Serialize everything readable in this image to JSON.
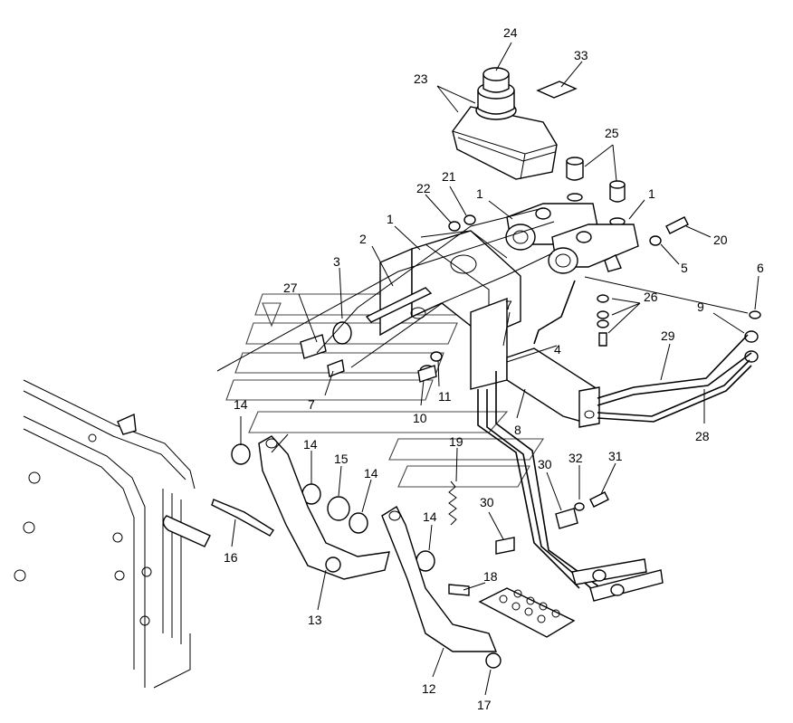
{
  "diagram": {
    "kind": "exploded-parts-view",
    "callouts": [
      {
        "id": "c24",
        "label": "24"
      },
      {
        "id": "c33",
        "label": "33"
      },
      {
        "id": "c23",
        "label": "23"
      },
      {
        "id": "c25",
        "label": "25"
      },
      {
        "id": "c21",
        "label": "21"
      },
      {
        "id": "c22",
        "label": "22"
      },
      {
        "id": "c1a",
        "label": "1"
      },
      {
        "id": "c1b",
        "label": "1"
      },
      {
        "id": "c1c",
        "label": "1"
      },
      {
        "id": "c20",
        "label": "20"
      },
      {
        "id": "c2",
        "label": "2"
      },
      {
        "id": "c5",
        "label": "5"
      },
      {
        "id": "c3",
        "label": "3"
      },
      {
        "id": "c6",
        "label": "6"
      },
      {
        "id": "c27",
        "label": "27"
      },
      {
        "id": "c7a",
        "label": "7"
      },
      {
        "id": "c9",
        "label": "9"
      },
      {
        "id": "c26",
        "label": "26"
      },
      {
        "id": "c4",
        "label": "4"
      },
      {
        "id": "c29",
        "label": "29"
      },
      {
        "id": "c7b",
        "label": "7"
      },
      {
        "id": "c11",
        "label": "11"
      },
      {
        "id": "c14a",
        "label": "14"
      },
      {
        "id": "c10",
        "label": "10"
      },
      {
        "id": "c8",
        "label": "8"
      },
      {
        "id": "c28",
        "label": "28"
      },
      {
        "id": "c19",
        "label": "19"
      },
      {
        "id": "c14b",
        "label": "14"
      },
      {
        "id": "c15",
        "label": "15"
      },
      {
        "id": "c30a",
        "label": "30"
      },
      {
        "id": "c32",
        "label": "32"
      },
      {
        "id": "c31",
        "label": "31"
      },
      {
        "id": "c14c",
        "label": "14"
      },
      {
        "id": "c30b",
        "label": "30"
      },
      {
        "id": "c14d",
        "label": "14"
      },
      {
        "id": "c16",
        "label": "16"
      },
      {
        "id": "c18",
        "label": "18"
      },
      {
        "id": "c13",
        "label": "13"
      },
      {
        "id": "c12",
        "label": "12"
      },
      {
        "id": "c17",
        "label": "17"
      }
    ]
  }
}
